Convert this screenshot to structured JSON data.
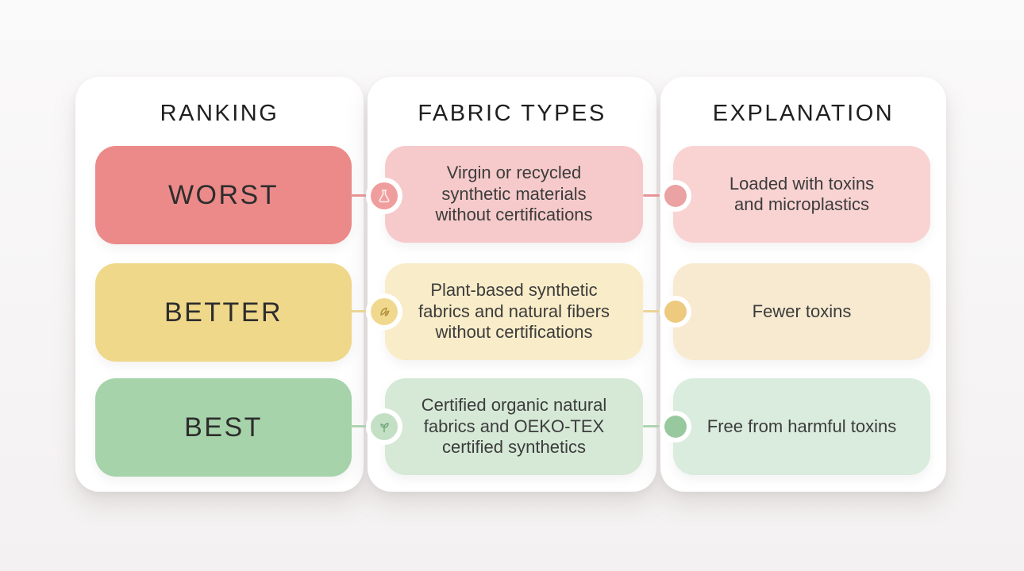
{
  "page": {
    "background": "#f6f4f4",
    "panel_bg": "#ffffff",
    "header_color": "#1f1f1f",
    "body_text_color": "#3c3c3c"
  },
  "columns": [
    {
      "id": "ranking",
      "header": "RANKING"
    },
    {
      "id": "fabric_types",
      "header": "FABRIC TYPES"
    },
    {
      "id": "explanation",
      "header": "EXPLANATION"
    }
  ],
  "rows": [
    {
      "rank": "WORST",
      "fabric": "Virgin or recycled\nsynthetic materials\nwithout certifications",
      "explanation": "Loaded with toxins\nand microplastics",
      "icon": "flask-icon",
      "colors": {
        "rank_bg": "#ec8a8a",
        "fabric_bg": "#f6caca",
        "explanation_bg": "#f8d3d2",
        "line": "#e69595",
        "icon_circle_bg": "#ef9d9d",
        "icon_color": "#fdeeee",
        "dot": "#eaa2a2"
      }
    },
    {
      "rank": "BETTER",
      "fabric": "Plant-based synthetic\nfabrics and natural fibers\nwithout certifications",
      "explanation": "Fewer toxins",
      "icon": "leaves-icon",
      "colors": {
        "rank_bg": "#f0d88a",
        "fabric_bg": "#f9ecc8",
        "explanation_bg": "#f8ead0",
        "line": "#ead596",
        "icon_circle_bg": "#f0d98f",
        "icon_color": "#b2913c",
        "dot": "#edca7e"
      }
    },
    {
      "rank": "BEST",
      "fabric": "Certified organic natural\nfabrics and OEKO-TEX\ncertified synthetics",
      "explanation": "Free from harmful toxins",
      "icon": "sprout-icon",
      "colors": {
        "rank_bg": "#a6d3aa",
        "fabric_bg": "#d5e9d6",
        "explanation_bg": "#d9ecdd",
        "line": "#aed4b0",
        "icon_circle_bg": "#c3e0c5",
        "icon_color": "#76a87e",
        "dot": "#98c99e"
      }
    }
  ]
}
